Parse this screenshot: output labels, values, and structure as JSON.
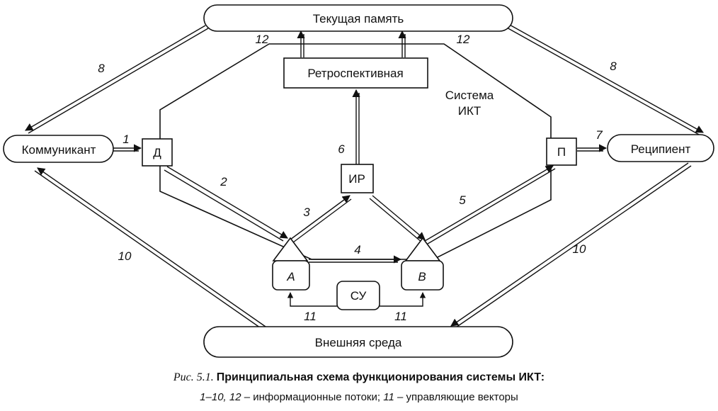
{
  "nodes": {
    "current_memory": "Текущая память",
    "retrospective": "Ретроспективная",
    "system_label_line1": "Система",
    "system_label_line2": "ИКТ",
    "communicant": "Коммуникант",
    "recipient": "Реципиент",
    "d": "Д",
    "p": "П",
    "ir": "ИР",
    "a": "А",
    "b": "В",
    "su": "СУ",
    "external_env": "Внешняя среда"
  },
  "flow_labels": {
    "f1": "1",
    "f2": "2",
    "f3": "3",
    "f4": "4",
    "f5": "5",
    "f6": "6",
    "f7": "7",
    "f8_left": "8",
    "f8_right": "8",
    "f10_left": "10",
    "f10_right": "10",
    "f11_left": "11",
    "f11_right": "11",
    "f12_left": "12",
    "f12_right": "12"
  },
  "caption": {
    "prefix": "Рис. 5.1.",
    "title": "Принципиальная схема функционирования системы ИКТ:",
    "legend_nums_a": "1–10, 12",
    "legend_text_a": " – информационные потоки; ",
    "legend_nums_b": "11",
    "legend_text_b": " – управляющие векторы"
  }
}
